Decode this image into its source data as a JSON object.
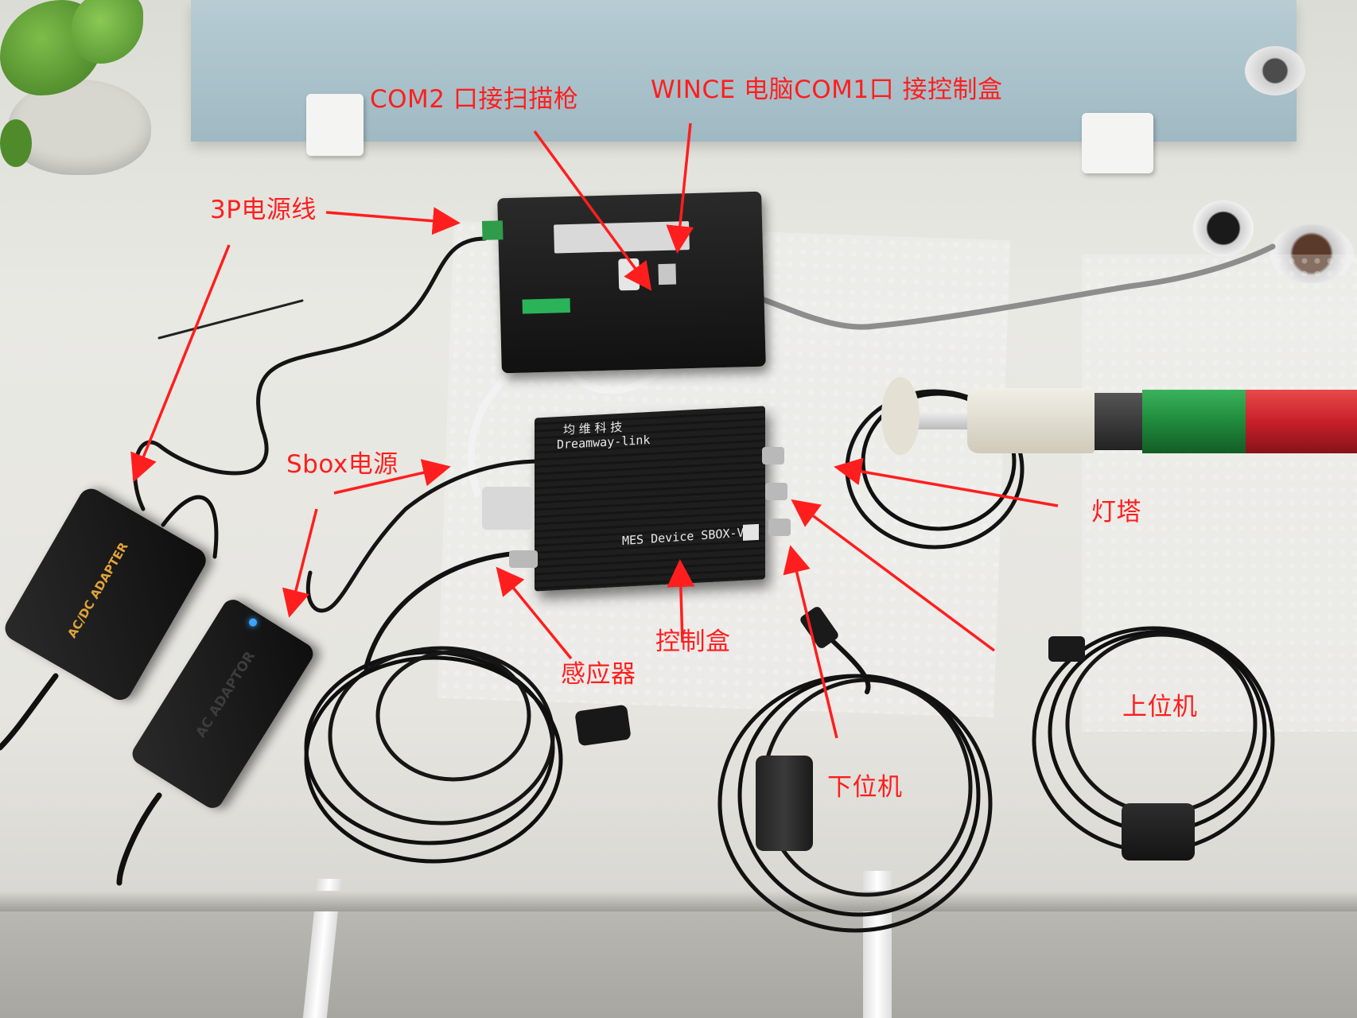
{
  "annotations": {
    "com2": "COM2 口接扫描枪",
    "wince": "WINCE 电脑COM1口 接控制盒",
    "power_3p": "3P电源线",
    "sbox_power": "Sbox电源",
    "light_tower": "灯塔",
    "control_box": "控制盒",
    "sensor": "感应器",
    "lower_machine": "下位机",
    "upper_machine": "上位机"
  },
  "device": {
    "brand_cn": "均 维 科 技",
    "brand_en": "Dreamway-link",
    "model": "MES Device SBOX-V"
  },
  "adapters": {
    "left": "AC/DC ADAPTER",
    "center": "AC ADAPTOR"
  },
  "colors": {
    "annotation": "#ff1e1e",
    "desk": "#e6e5e0",
    "partition": "#a9c2cb",
    "device_body": "#1c1c1c",
    "tower_green": "#1f8a3c",
    "tower_red": "#c8202a"
  }
}
